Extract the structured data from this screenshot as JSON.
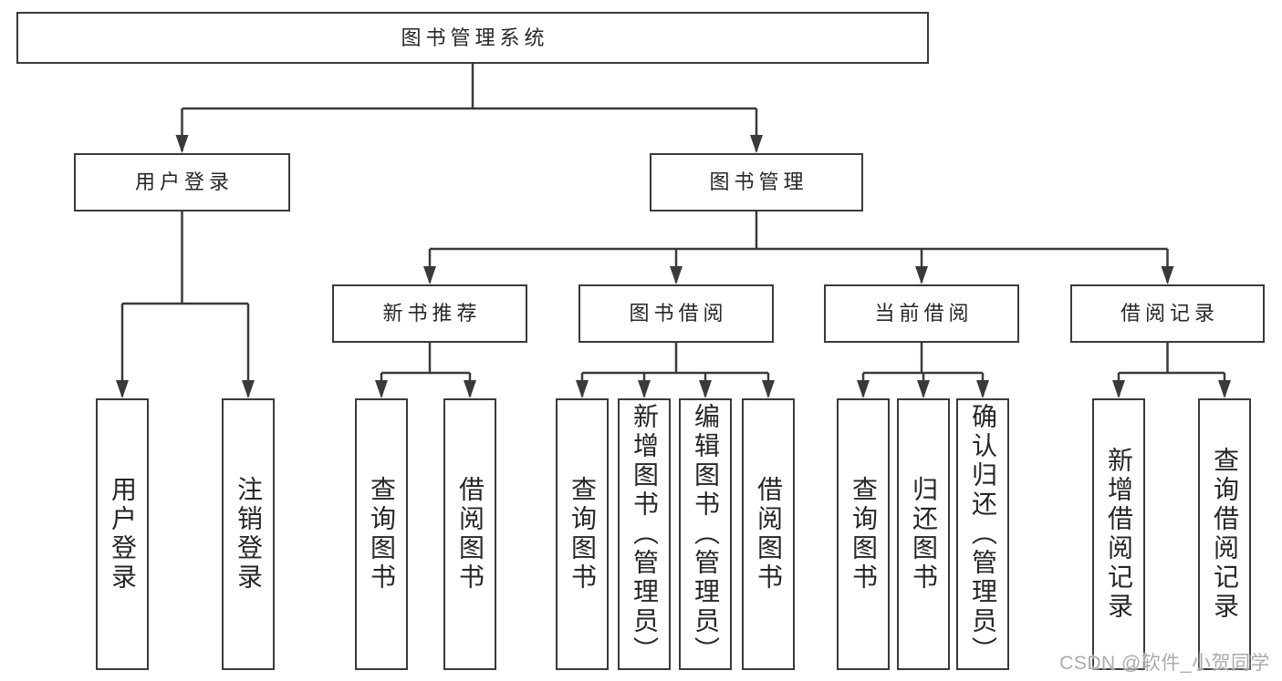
{
  "tree": {
    "root": {
      "label": "图书管理系统"
    },
    "branches": [
      {
        "label": "用户登录",
        "children": [
          {
            "label": "用户登录"
          },
          {
            "label": "注销登录"
          }
        ]
      },
      {
        "label": "图书管理",
        "children": [
          {
            "label": "新书推荐",
            "children": [
              {
                "label": "查询图书"
              },
              {
                "label": "借阅图书"
              }
            ]
          },
          {
            "label": "图书借阅",
            "children": [
              {
                "label": "查询图书"
              },
              {
                "label": "新增图书（管理员）"
              },
              {
                "label": "编辑图书（管理员）"
              },
              {
                "label": "借阅图书"
              }
            ]
          },
          {
            "label": "当前借阅",
            "children": [
              {
                "label": "查询图书"
              },
              {
                "label": "归还图书"
              },
              {
                "label": "确认归还（管理员）"
              }
            ]
          },
          {
            "label": "借阅记录",
            "children": [
              {
                "label": "新增借阅记录"
              },
              {
                "label": "查询借阅记录"
              }
            ]
          }
        ]
      }
    ]
  },
  "watermark": "CSDN @软件_小贺同学",
  "colors": {
    "line": "#3a3a3a",
    "text": "#262626",
    "watermark": "#aaabaf"
  }
}
